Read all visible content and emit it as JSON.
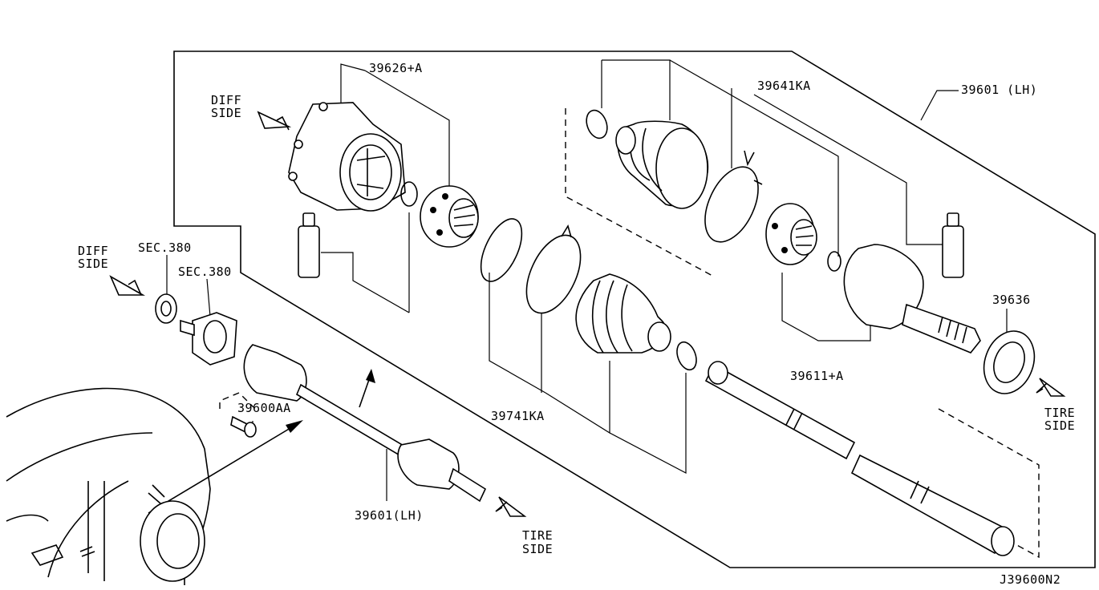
{
  "diagram": {
    "code": "J39600N2",
    "labels": {
      "part_39626A": "39626+A",
      "part_39641KA": "39641KA",
      "part_39601_top": "39601 (LH)",
      "part_39636": "39636",
      "part_39611A": "39611+A",
      "part_39741KA": "39741KA",
      "part_39600AA": "39600AA",
      "part_39601_bottom": "39601(LH)",
      "sec380_a": "SEC.380",
      "sec380_b": "SEC.380"
    },
    "directions": {
      "diff_top_1": "DIFF",
      "diff_top_2": "SIDE",
      "diff_left_1": "DIFF",
      "diff_left_2": "SIDE",
      "tire_right_1": "TIRE",
      "tire_right_2": "SIDE",
      "tire_bottom_1": "TIRE",
      "tire_bottom_2": "SIDE"
    }
  }
}
